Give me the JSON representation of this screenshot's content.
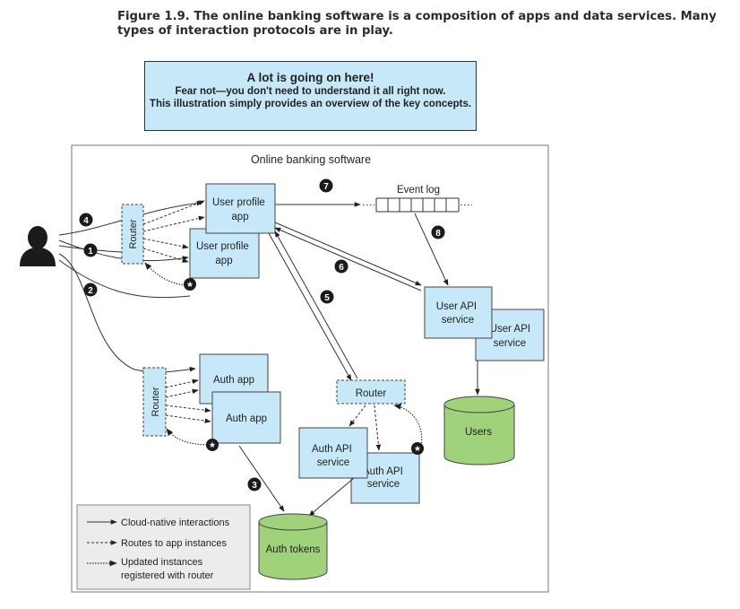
{
  "caption": "Figure 1.9. The online banking software is a composition of apps and data services. Many types of interaction protocols are in play.",
  "notice": {
    "heading": "A lot is going on here!",
    "line1": "Fear not—you don't need to understand it all right now.",
    "line2": "This illustration simply provides an overview of the key concepts."
  },
  "diagram": {
    "container_title": "Online banking software",
    "user_profile_app_1": [
      "User profile",
      "app"
    ],
    "user_profile_app_2": [
      "User profile",
      "app"
    ],
    "router_vertical_label": "Router",
    "auth_app_1": "Auth app",
    "auth_app_2": "Auth app",
    "router_horizontal_label": "Router",
    "auth_api_service_1": [
      "Auth API",
      "service"
    ],
    "auth_api_service_2": [
      "Auth API",
      "service"
    ],
    "user_api_service_1": [
      "User API",
      "service"
    ],
    "user_api_service_2": [
      "User API",
      "service"
    ],
    "event_log_label": "Event log",
    "users_db_label": "Users",
    "auth_tokens_db_label": "Auth tokens",
    "step_markers": [
      "1",
      "2",
      "3",
      "4",
      "5",
      "6",
      "7",
      "8"
    ],
    "instance_marker": "*",
    "legend": {
      "cloud_native": "Cloud-native interactions",
      "routes": "Routes to app instances",
      "updated_line1": "Updated instances",
      "updated_line2": "registered with router"
    },
    "colors": {
      "service_fill": "#c6e8f8",
      "database_fill": "#9fd27a",
      "legend_fill": "#ececec",
      "marker_fill": "#1b1b1b"
    }
  }
}
